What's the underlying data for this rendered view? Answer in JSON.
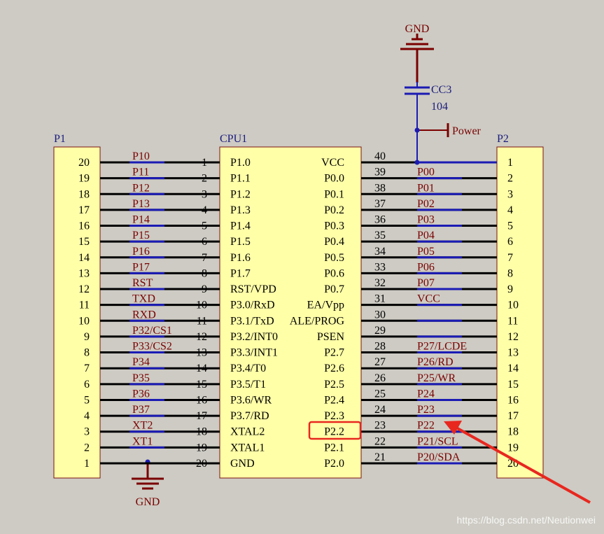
{
  "colors": {
    "background": "#cdcbc3",
    "body_fill": "#ffffa8",
    "body_stroke": "#7a1010",
    "wire": "#000000",
    "net_blue": "#1b1bb4",
    "power_red": "#7a0000",
    "label_blue": "#1b1b7e",
    "highlight_red": "#e8271f"
  },
  "labels": {
    "p1": "P1",
    "p2": "P2",
    "cpu": "CPU1",
    "gnd_top": "GND",
    "gnd_bottom": "GND",
    "cap_name": "CC3",
    "cap_value": "104",
    "power": "Power"
  },
  "p1_pins": [
    {
      "pin": "20",
      "net": "P10",
      "cpu_pin": "1",
      "cpu_name": "P1.0"
    },
    {
      "pin": "19",
      "net": "P11",
      "cpu_pin": "2",
      "cpu_name": "P1.1"
    },
    {
      "pin": "18",
      "net": "P12",
      "cpu_pin": "3",
      "cpu_name": "P1.2"
    },
    {
      "pin": "17",
      "net": "P13",
      "cpu_pin": "4",
      "cpu_name": "P1.3"
    },
    {
      "pin": "16",
      "net": "P14",
      "cpu_pin": "5",
      "cpu_name": "P1.4"
    },
    {
      "pin": "15",
      "net": "P15",
      "cpu_pin": "6",
      "cpu_name": "P1.5"
    },
    {
      "pin": "14",
      "net": "P16",
      "cpu_pin": "7",
      "cpu_name": "P1.6"
    },
    {
      "pin": "13",
      "net": "P17",
      "cpu_pin": "8",
      "cpu_name": "P1.7"
    },
    {
      "pin": "12",
      "net": "RST",
      "cpu_pin": "9",
      "cpu_name": "RST/VPD"
    },
    {
      "pin": "11",
      "net": "TXD",
      "cpu_pin": "10",
      "cpu_name": "P3.0/RxD"
    },
    {
      "pin": "10",
      "net": "RXD",
      "cpu_pin": "11",
      "cpu_name": "P3.1/TxD"
    },
    {
      "pin": "9",
      "net": "P32/CS1",
      "cpu_pin": "12",
      "cpu_name": "P3.2/INT0"
    },
    {
      "pin": "8",
      "net": "P33/CS2",
      "cpu_pin": "13",
      "cpu_name": "P3.3/INT1"
    },
    {
      "pin": "7",
      "net": "P34",
      "cpu_pin": "14",
      "cpu_name": "P3.4/T0"
    },
    {
      "pin": "6",
      "net": "P35",
      "cpu_pin": "15",
      "cpu_name": "P3.5/T1"
    },
    {
      "pin": "5",
      "net": "P36",
      "cpu_pin": "16",
      "cpu_name": "P3.6/WR"
    },
    {
      "pin": "4",
      "net": "P37",
      "cpu_pin": "17",
      "cpu_name": "P3.7/RD"
    },
    {
      "pin": "3",
      "net": "XT2",
      "cpu_pin": "18",
      "cpu_name": "XTAL2"
    },
    {
      "pin": "2",
      "net": "XT1",
      "cpu_pin": "19",
      "cpu_name": "XTAL1"
    },
    {
      "pin": "1",
      "net": "",
      "cpu_pin": "20",
      "cpu_name": "GND"
    }
  ],
  "p2_pins": [
    {
      "cpu_name": "VCC",
      "cpu_pin": "40",
      "net": "",
      "pin": "1"
    },
    {
      "cpu_name": "P0.0",
      "cpu_pin": "39",
      "net": "P00",
      "pin": "2"
    },
    {
      "cpu_name": "P0.1",
      "cpu_pin": "38",
      "net": "P01",
      "pin": "3"
    },
    {
      "cpu_name": "P0.2",
      "cpu_pin": "37",
      "net": "P02",
      "pin": "4"
    },
    {
      "cpu_name": "P0.3",
      "cpu_pin": "36",
      "net": "P03",
      "pin": "5"
    },
    {
      "cpu_name": "P0.4",
      "cpu_pin": "35",
      "net": "P04",
      "pin": "6"
    },
    {
      "cpu_name": "P0.5",
      "cpu_pin": "34",
      "net": "P05",
      "pin": "7"
    },
    {
      "cpu_name": "P0.6",
      "cpu_pin": "33",
      "net": "P06",
      "pin": "8"
    },
    {
      "cpu_name": "P0.7",
      "cpu_pin": "32",
      "net": "P07",
      "pin": "9"
    },
    {
      "cpu_name": "EA/Vpp",
      "cpu_pin": "31",
      "net": "VCC",
      "pin": "10"
    },
    {
      "cpu_name": "ALE/PROG",
      "cpu_pin": "30",
      "net": "",
      "pin": "11"
    },
    {
      "cpu_name": "PSEN",
      "cpu_pin": "29",
      "net": "",
      "pin": "12"
    },
    {
      "cpu_name": "P2.7",
      "cpu_pin": "28",
      "net": "P27/LCDE",
      "pin": "13"
    },
    {
      "cpu_name": "P2.6",
      "cpu_pin": "27",
      "net": "P26/RD",
      "pin": "14"
    },
    {
      "cpu_name": "P2.5",
      "cpu_pin": "26",
      "net": "P25/WR",
      "pin": "15"
    },
    {
      "cpu_name": "P2.4",
      "cpu_pin": "25",
      "net": "P24",
      "pin": "16"
    },
    {
      "cpu_name": "P2.3",
      "cpu_pin": "24",
      "net": "P23",
      "pin": "17"
    },
    {
      "cpu_name": "P2.2",
      "cpu_pin": "23",
      "net": "P22",
      "pin": "18"
    },
    {
      "cpu_name": "P2.1",
      "cpu_pin": "22",
      "net": "P21/SCL",
      "pin": "19"
    },
    {
      "cpu_name": "P2.0",
      "cpu_pin": "21",
      "net": "P20/SDA",
      "pin": "20"
    }
  ],
  "watermark": "https://blog.csdn.net/Neutionwei"
}
